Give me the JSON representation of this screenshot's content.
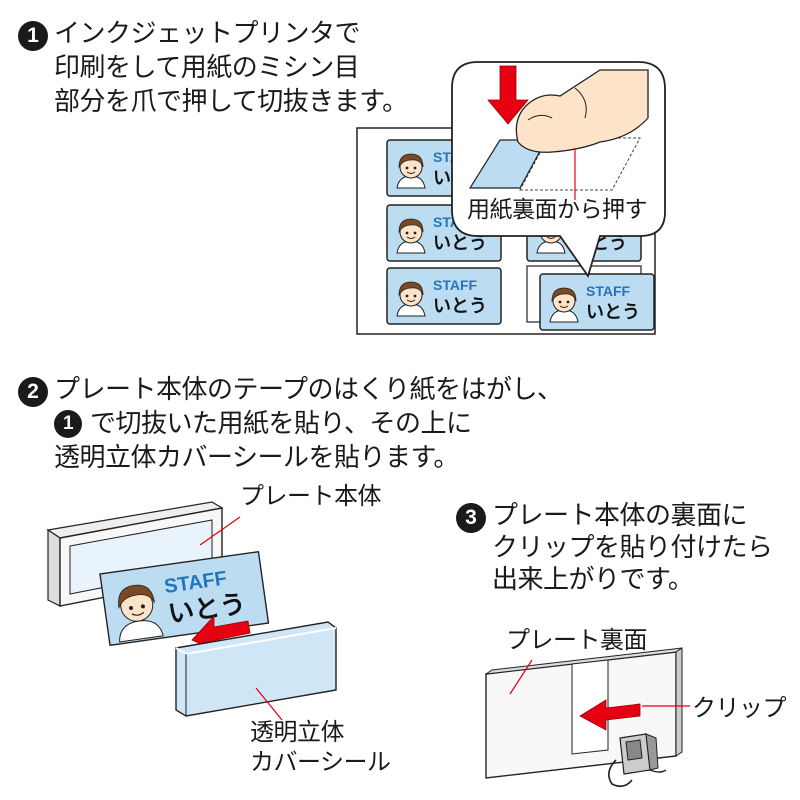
{
  "steps": [
    {
      "number": "1",
      "lines": [
        "インクジェットプリンタで",
        "印刷をして用紙のミシン目",
        "部分を爪で押して切抜きます。"
      ]
    },
    {
      "number": "2",
      "badge_ref": "1",
      "lines": [
        "プレート本体のテープのはくり紙をはがし、",
        "で切抜いた用紙を貼り、その上に",
        "透明立体カバーシールを貼ります。"
      ]
    },
    {
      "number": "3",
      "lines": [
        "プレート本体の裏面に",
        "クリップを貼り付けたら",
        "出来上がりです。"
      ]
    }
  ],
  "labels": {
    "press_from_back": "用紙裏面から押す",
    "plate_body": "プレート本体",
    "cover_seal_line1": "透明立体",
    "cover_seal_line2": "カバーシール",
    "plate_back": "プレート裏面",
    "clip": "クリップ"
  },
  "card": {
    "title": "STAFF",
    "name": "いとう"
  },
  "colors": {
    "card_fill": "#bcdcf2",
    "staff_text": "#2376bb",
    "arrow_red": "#e60012",
    "cover_fill": "#cfe6f7",
    "skin": "#fde3c8",
    "hair": "#7a4a24"
  }
}
